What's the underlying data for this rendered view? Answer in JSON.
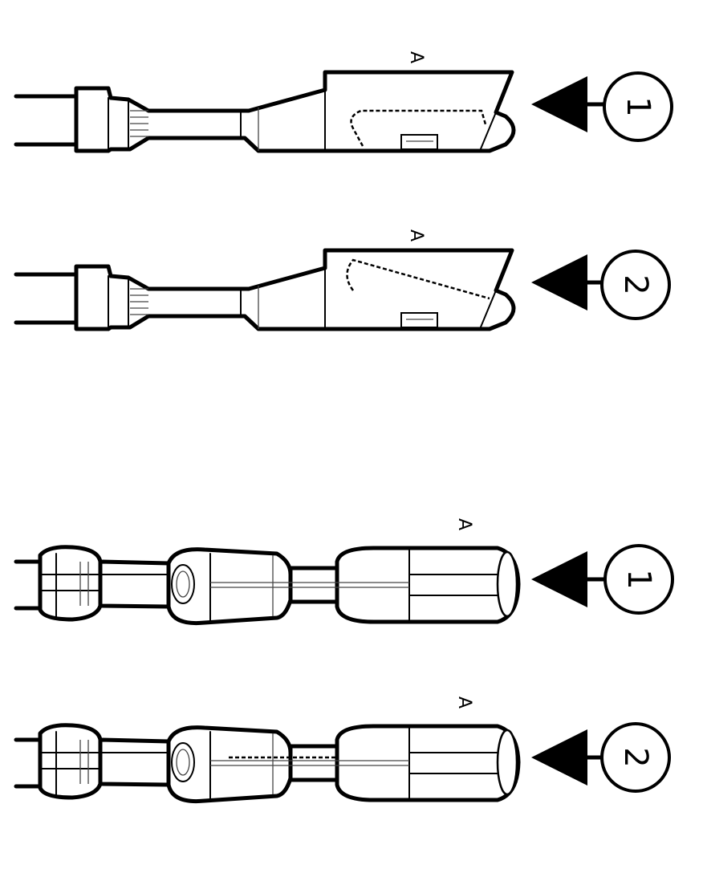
{
  "figure": {
    "side_label": "A",
    "callouts": [
      "1",
      "2"
    ]
  }
}
